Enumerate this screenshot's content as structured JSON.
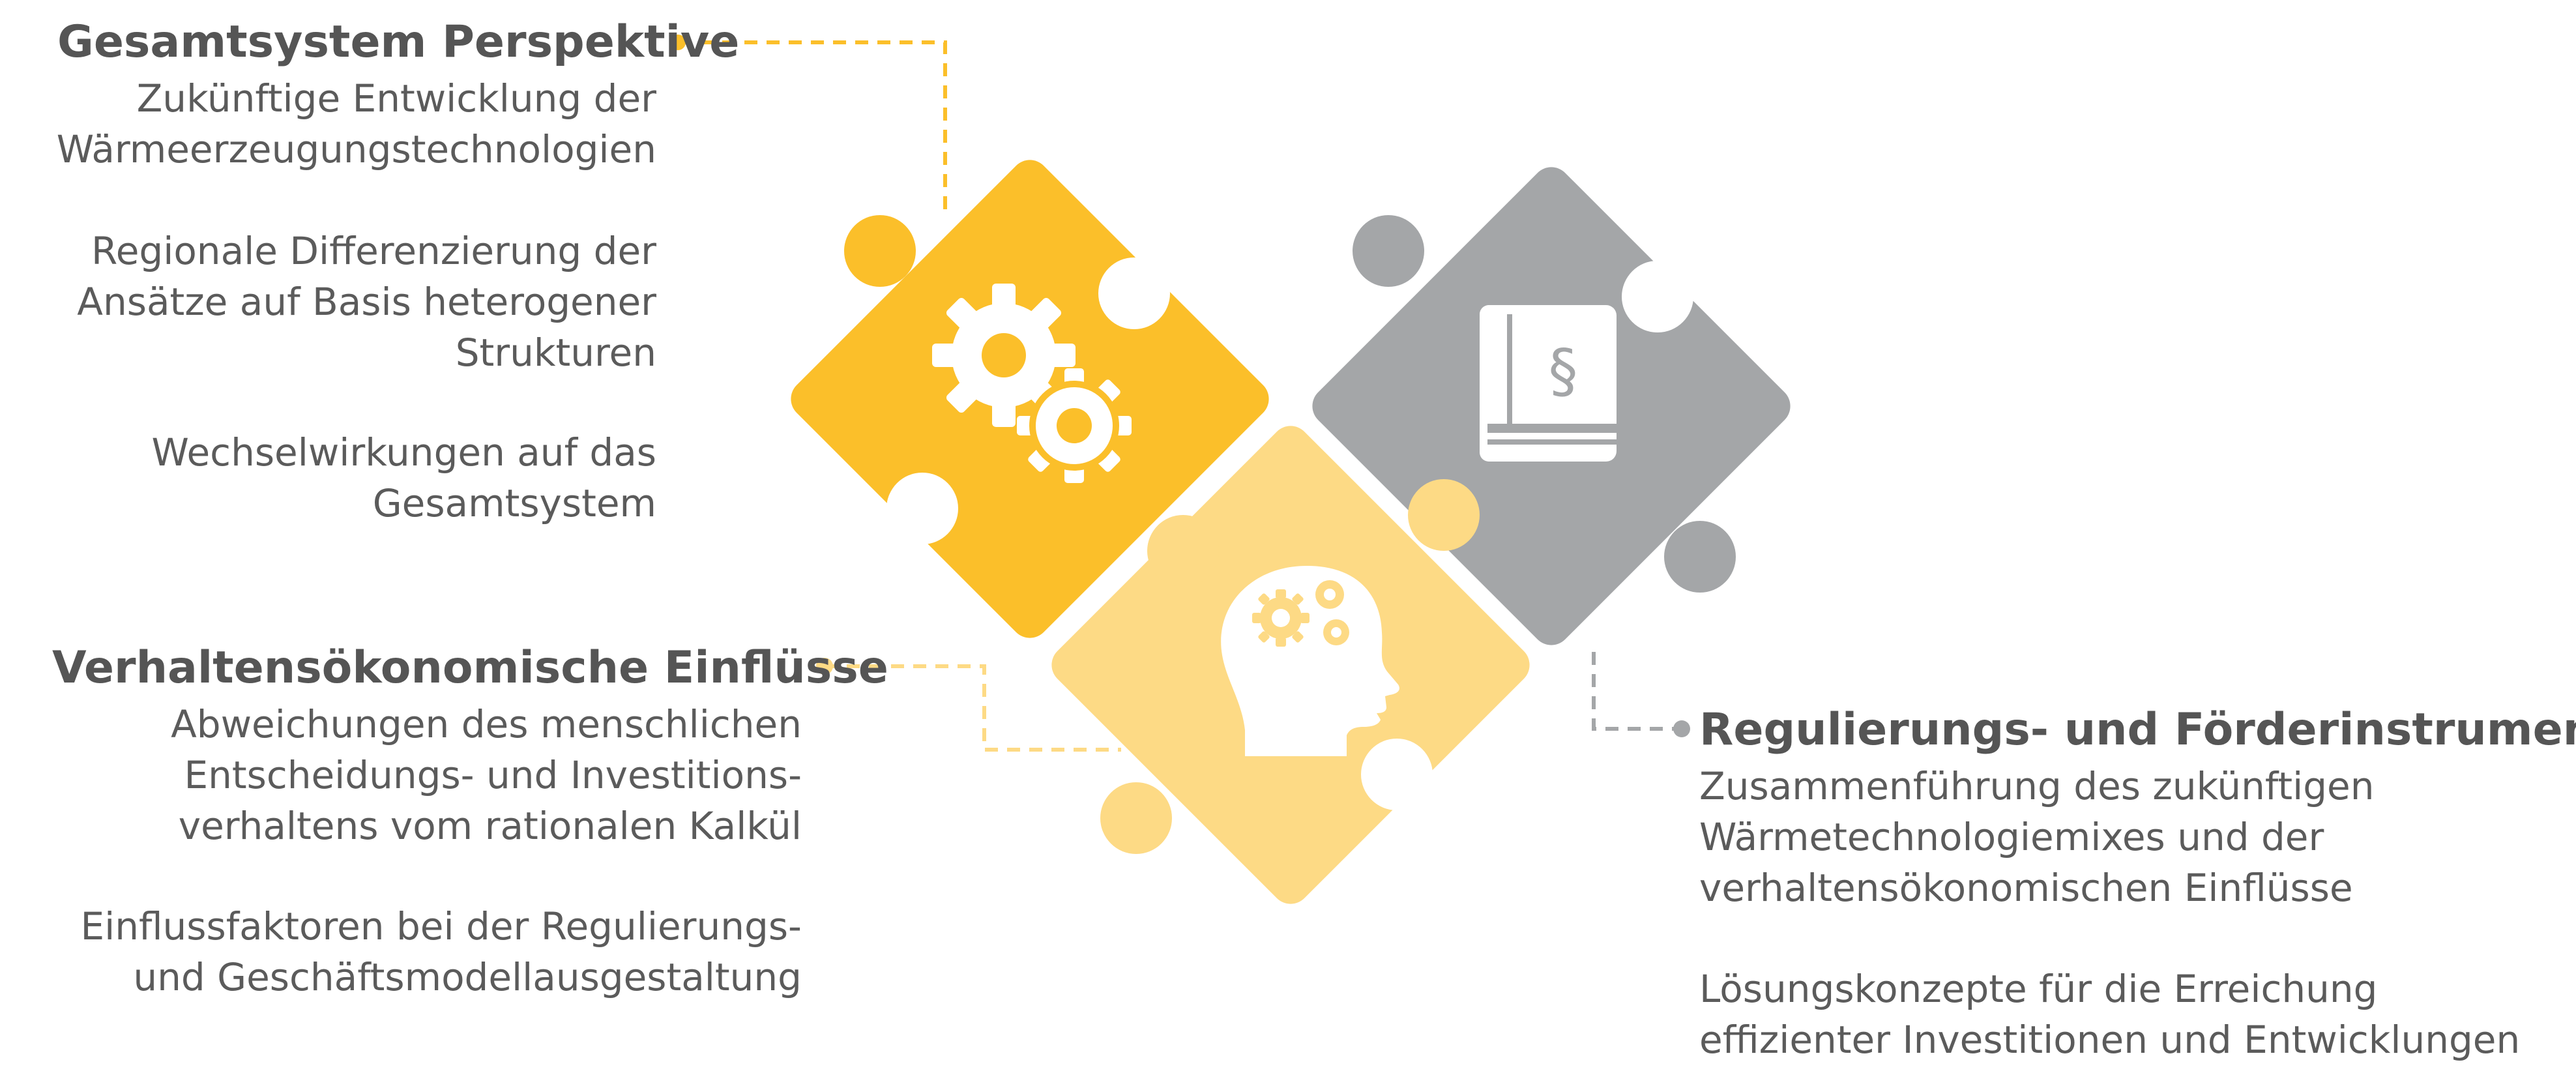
{
  "section_top_left": {
    "title": "Gesamtsystem Perspektive",
    "paragraphs": [
      "Zukünftige Entwicklung der\nWärmeerzeugungstechnologien",
      "Regionale Differenzierung der\nAnsätze auf Basis heterogener\nStrukturen",
      "Wechselwirkungen auf das\nGesamtsystem"
    ]
  },
  "section_bottom_left": {
    "title": "Verhaltensökonomische Einflüsse",
    "paragraphs": [
      "Abweichungen des menschlichen\nEntscheidungs- und Investitions-\nverhaltens vom rationalen Kalkül",
      "Einflussfaktoren bei der Regulierungs-\nund Geschäftsmodellausgestaltung"
    ]
  },
  "section_right": {
    "title": "Regulierungs- und Förderinstrumente",
    "paragraphs": [
      "Zusammenführung des zukünftigen\nWärmetechnologiemixes und der\nverhaltensökonomischen Einflüsse",
      "Lösungskonzepte für die Erreichung\neffizienter Investitionen und Entwicklungen"
    ]
  },
  "book_symbol": "§",
  "icons": [
    "gears-icon",
    "book-icon",
    "brain-gears-icon"
  ],
  "colors": {
    "puzzle_gears": "#fbbf2a",
    "puzzle_book": "#a4a6a8",
    "puzzle_brain": "#fdda85",
    "connector_gold": "#fbbf2a",
    "connector_grey": "#a4a6a8",
    "text": "#5b5b5b"
  }
}
